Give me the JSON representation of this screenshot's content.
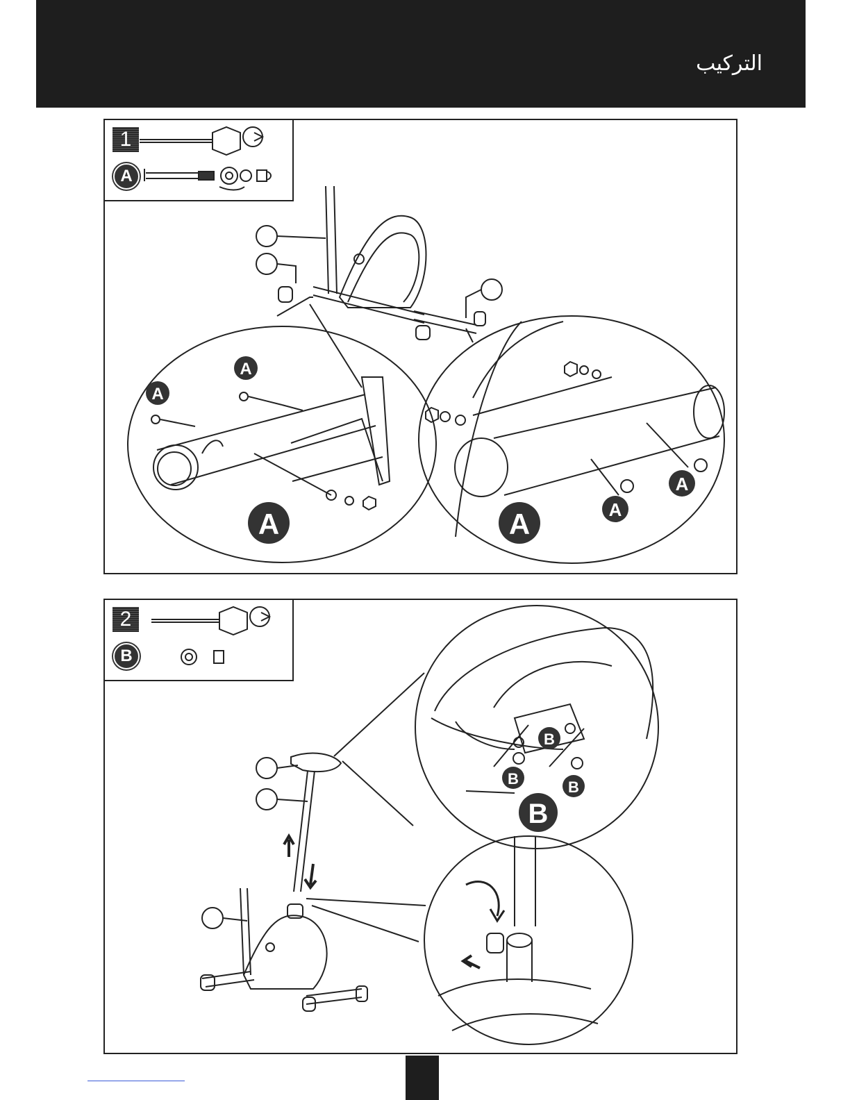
{
  "header": {
    "title": "التركيب"
  },
  "steps": [
    {
      "number": "1",
      "part_label": "A",
      "callout_labels": [
        "A",
        "A",
        "A",
        "A",
        "A",
        "A"
      ]
    },
    {
      "number": "2",
      "part_label": "B",
      "callout_labels": [
        "B",
        "B",
        "B",
        "B"
      ]
    }
  ],
  "colors": {
    "header_bg": "#1e1e1e",
    "ink": "#222222",
    "badge": "#333333"
  }
}
